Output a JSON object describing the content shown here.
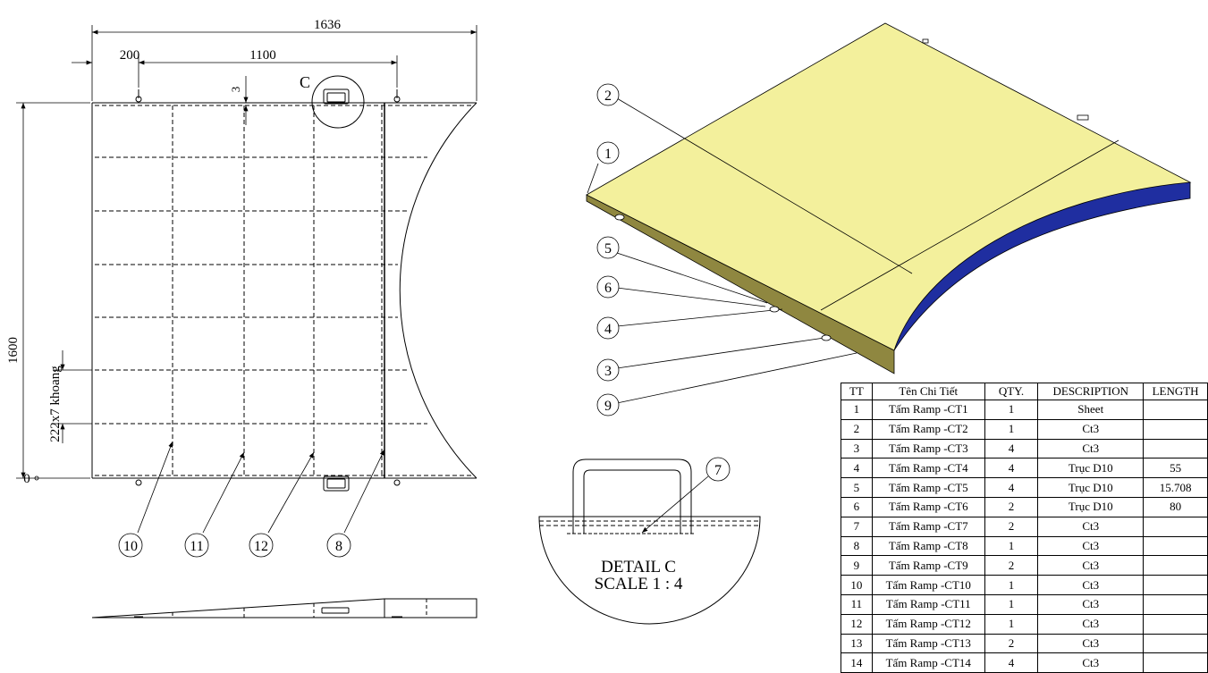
{
  "dimensions": {
    "overall_width": "1636",
    "left_offset": "200",
    "span": "1100",
    "gap": "3",
    "height": "1600",
    "spacing": "222x7 khoang",
    "origin": "0"
  },
  "detail_ref": "C",
  "detail": {
    "title": "DETAIL C",
    "scale": "SCALE 1 : 4"
  },
  "balloons": {
    "b1": "1",
    "b2": "2",
    "b3": "3",
    "b4": "4",
    "b5": "5",
    "b6": "6",
    "b7": "7",
    "b8": "8",
    "b9": "9",
    "b10": "10",
    "b11": "11",
    "b12": "12"
  },
  "colors": {
    "top_surface": "#f3f09c",
    "curved_face": "#1f2ea0",
    "side_face": "#8f8740",
    "line": "#000000"
  },
  "bom": {
    "headers": [
      "TT",
      "Tên Chi Tiết",
      "QTY.",
      "DESCRIPTION",
      "LENGTH"
    ],
    "rows": [
      [
        "1",
        "Tấm Ramp -CT1",
        "1",
        "Sheet",
        ""
      ],
      [
        "2",
        "Tấm Ramp -CT2",
        "1",
        "Ct3",
        ""
      ],
      [
        "3",
        "Tấm Ramp -CT3",
        "4",
        "Ct3",
        ""
      ],
      [
        "4",
        "Tấm Ramp -CT4",
        "4",
        "Trục D10",
        "55"
      ],
      [
        "5",
        "Tấm Ramp -CT5",
        "4",
        "Trục D10",
        "15.708"
      ],
      [
        "6",
        "Tấm Ramp -CT6",
        "2",
        "Trục D10",
        "80"
      ],
      [
        "7",
        "Tấm Ramp -CT7",
        "2",
        "Ct3",
        ""
      ],
      [
        "8",
        "Tấm Ramp -CT8",
        "1",
        "Ct3",
        ""
      ],
      [
        "9",
        "Tấm Ramp -CT9",
        "2",
        "Ct3",
        ""
      ],
      [
        "10",
        "Tấm Ramp -CT10",
        "1",
        "Ct3",
        ""
      ],
      [
        "11",
        "Tấm Ramp -CT11",
        "1",
        "Ct3",
        ""
      ],
      [
        "12",
        "Tấm Ramp -CT12",
        "1",
        "Ct3",
        ""
      ],
      [
        "13",
        "Tấm Ramp -CT13",
        "2",
        "Ct3",
        ""
      ],
      [
        "14",
        "Tấm Ramp -CT14",
        "4",
        "Ct3",
        ""
      ]
    ]
  }
}
